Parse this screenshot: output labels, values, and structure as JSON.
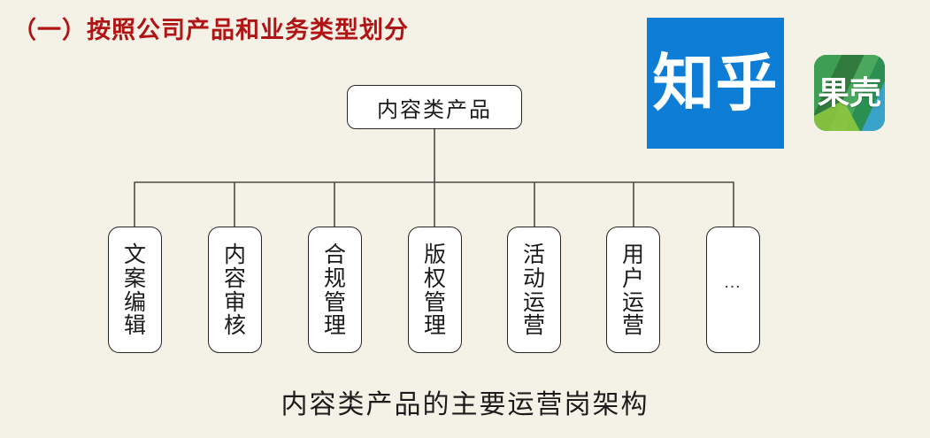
{
  "slide": {
    "background_color": "#f4f2e6",
    "title": "（一）按照公司产品和业务类型划分",
    "title_color": "#b01414",
    "caption": "内容类产品的主要运营岗架构"
  },
  "diagram": {
    "type": "org-chart",
    "root": {
      "label": "内容类产品"
    },
    "leaves": [
      {
        "label": "文案编辑",
        "chars": [
          "文",
          "案",
          "编",
          "辑"
        ]
      },
      {
        "label": "内容审核",
        "chars": [
          "内",
          "容",
          "审",
          "核"
        ]
      },
      {
        "label": "合规管理",
        "chars": [
          "合",
          "规",
          "管",
          "理"
        ]
      },
      {
        "label": "版权管理",
        "chars": [
          "版",
          "权",
          "管",
          "理"
        ]
      },
      {
        "label": "活动运营",
        "chars": [
          "活",
          "动",
          "运",
          "营"
        ]
      },
      {
        "label": "用户运营",
        "chars": [
          "用",
          "户",
          "运",
          "营"
        ]
      },
      {
        "label": "…",
        "chars": [
          "…"
        ]
      }
    ],
    "line_color": "#4a4a45",
    "box_border_color": "#262626",
    "box_fill_color": "#ffffff"
  },
  "logos": [
    {
      "name": "zhihu",
      "text": "知乎",
      "background_color": "#0d7dd6",
      "text_color": "#ffffff"
    },
    {
      "name": "guokr",
      "text": "果壳",
      "background_color": "#2e8b45",
      "text_color": "#ffffff"
    }
  ]
}
